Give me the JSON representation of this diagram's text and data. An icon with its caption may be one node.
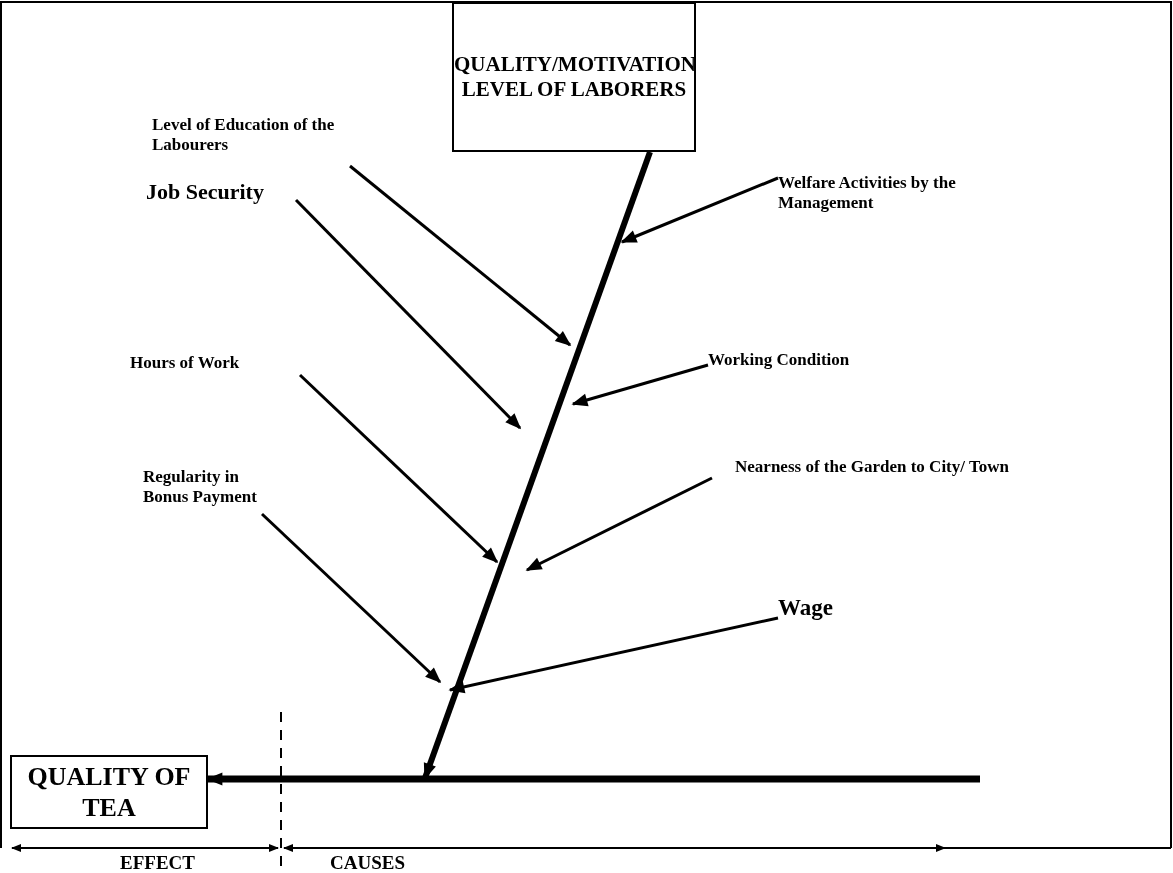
{
  "diagram": {
    "nodes": [
      {
        "text": [
          "QUALITY/MOTIVATION LEVEL OF LABORERS"
        ]
      },
      {
        "text": [
          "Level of Education of the Labourers"
        ]
      },
      {
        "text": [
          "Welfare Activities by the Management"
        ]
      },
      {
        "text": [
          "Job Security"
        ]
      },
      {
        "text": [
          "Working Condition"
        ]
      },
      {
        "text": [
          "Hours of Work"
        ]
      },
      {
        "text": [
          "Nearness of the Garden to City/ Town"
        ]
      },
      {
        "text": [
          "Regularity in Bonus Payment"
        ]
      },
      {
        "text": [
          "Wage"
        ]
      },
      {
        "text": [
          "QUALITY OF TEA"
        ]
      }
    ],
    "edges": [
      {
        "from": 1,
        "to": null,
        "arrow": "to"
      },
      {
        "from": 2,
        "to": null,
        "arrow": "to"
      },
      {
        "from": 3,
        "to": null,
        "arrow": "to"
      },
      {
        "from": 4,
        "to": null,
        "arrow": "to"
      },
      {
        "from": 5,
        "to": null,
        "arrow": "to"
      },
      {
        "from": 6,
        "to": null,
        "arrow": "to"
      },
      {
        "from": 7,
        "to": null,
        "arrow": "to"
      },
      {
        "from": 8,
        "to": null,
        "arrow": "to"
      },
      {
        "from": 0,
        "to": null,
        "arrow": "to",
        "style": "thick"
      },
      {
        "from": null,
        "to": 9,
        "arrow": "to",
        "style": "thick"
      }
    ],
    "labels": [
      "EFFECT",
      "CAUSES"
    ]
  }
}
